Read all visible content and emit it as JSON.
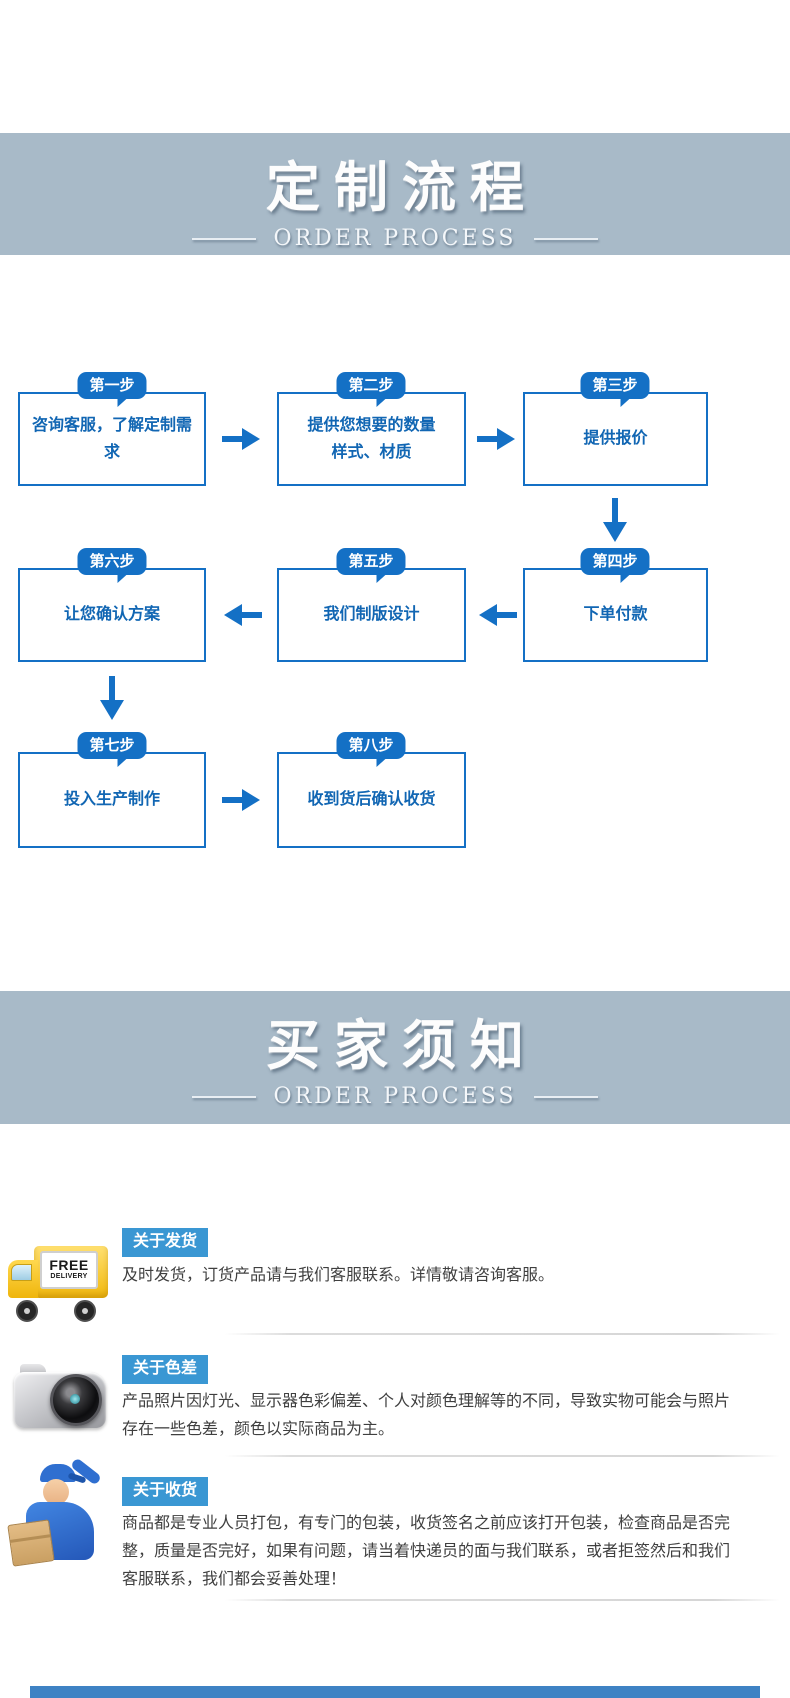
{
  "banners": {
    "process": {
      "title": "定制流程",
      "subtitle": "ORDER PROCESS"
    },
    "notice": {
      "title": "买家须知",
      "subtitle": "ORDER PROCESS"
    }
  },
  "flow": {
    "steps": [
      {
        "badge": "第一步",
        "text": "咨询客服，了解定制需求"
      },
      {
        "badge": "第二步",
        "text": "提供您想要的数量\n样式、材质"
      },
      {
        "badge": "第三步",
        "text": "提供报价"
      },
      {
        "badge": "第四步",
        "text": "下单付款"
      },
      {
        "badge": "第五步",
        "text": "我们制版设计"
      },
      {
        "badge": "第六步",
        "text": "让您确认方案"
      },
      {
        "badge": "第七步",
        "text": "投入生产制作"
      },
      {
        "badge": "第八步",
        "text": "收到货后确认收货"
      }
    ]
  },
  "notices": [
    {
      "label": "关于发货",
      "text": "及时发货，订货产品请与我们客服联系。详情敬请咨询客服。"
    },
    {
      "label": "关于色差",
      "text": "产品照片因灯光、显示器色彩偏差、个人对颜色理解等的不同，导致实物可能会与照片存在一些色差，颜色以实际商品为主。"
    },
    {
      "label": "关于收货",
      "text": "商品都是专业人员打包，有专门的包装，收货签名之前应该打开包装，检查商品是否完整，质量是否完好，如果有问题，请当着快递员的面与我们联系，或者拒签然后和我们客服联系，我们都会妥善处理！"
    }
  ],
  "truck_sign": {
    "line1": "FREE",
    "line2": "DELIVERY"
  },
  "colors": {
    "banner_bg": "#a8bac8",
    "flow_blue": "#1470c5",
    "notice_label_bg": "#3a97d3",
    "body_text": "#3f3f3f",
    "bottom_bar": "#3e82c4"
  }
}
